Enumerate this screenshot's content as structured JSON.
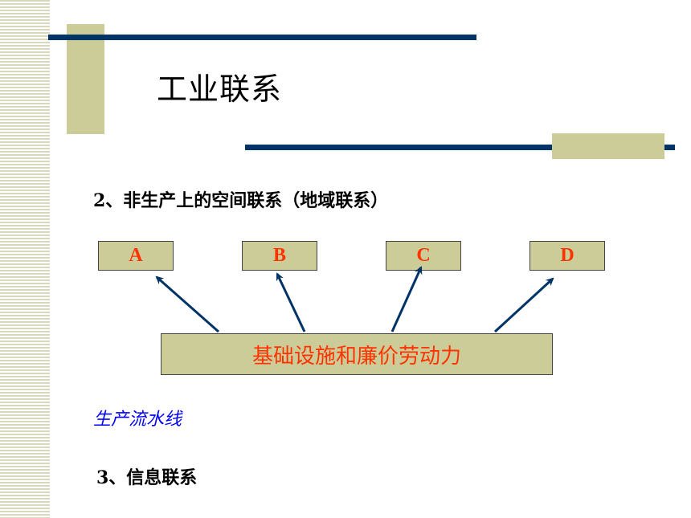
{
  "slide": {
    "title": "工业联系",
    "subtitle": "2、非生产上的空间联系（地域联系）",
    "boxes": [
      "A",
      "B",
      "C",
      "D"
    ],
    "base_box": "基础设施和廉价劳动力",
    "italic_note": "生产流水线",
    "section3": "3、信息联系"
  },
  "colors": {
    "navy": "#003366",
    "khaki": "#cccc99",
    "label_red": "#ff3300",
    "note_blue": "#0000ff"
  }
}
